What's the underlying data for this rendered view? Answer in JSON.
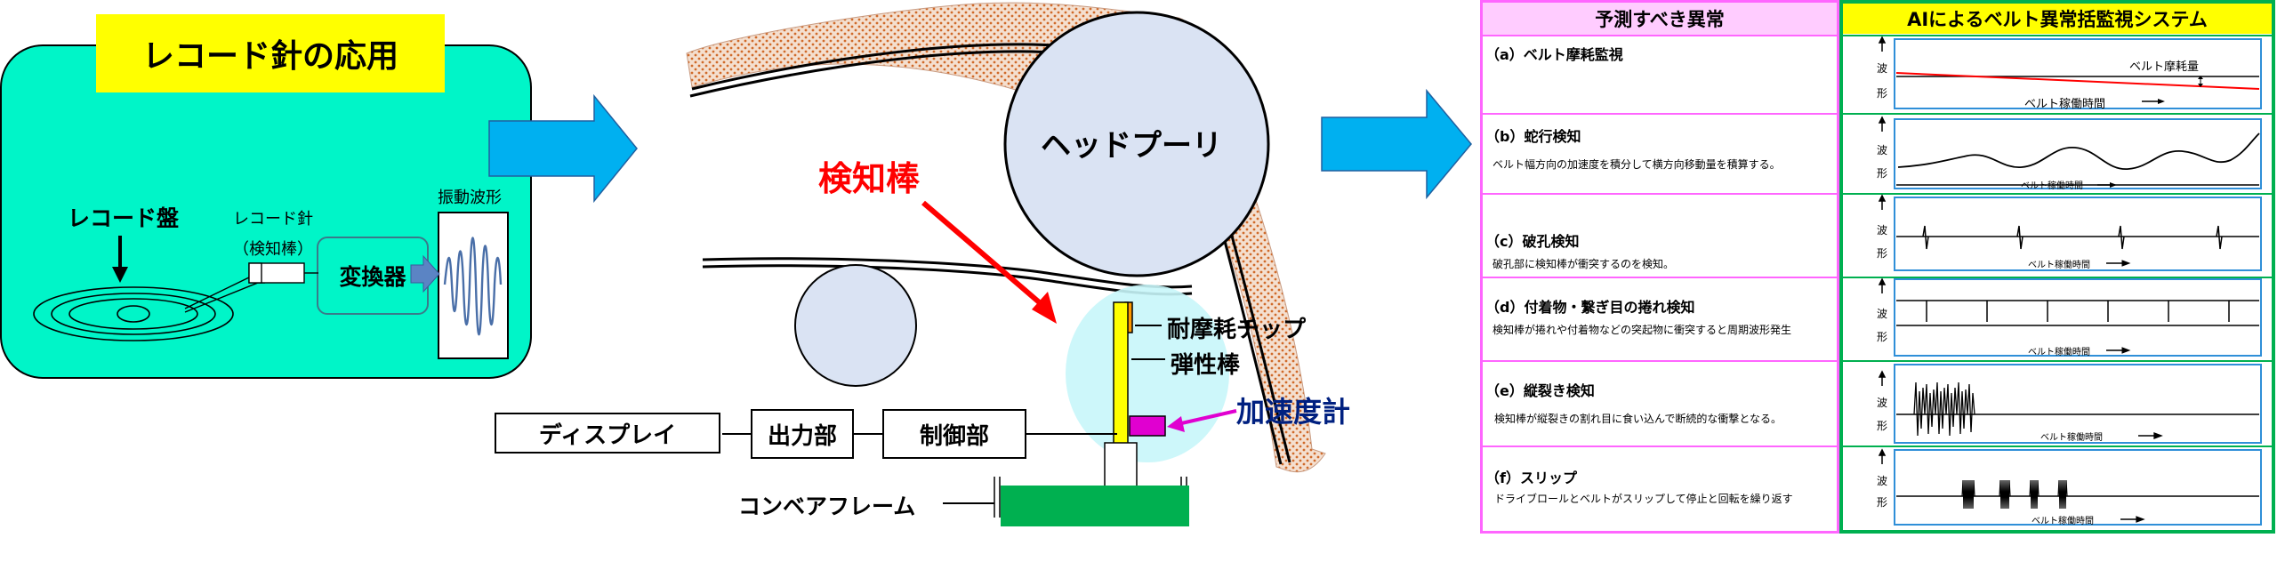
{
  "record_panel": {
    "title": "レコード針の応用",
    "disc_label": "レコード盤",
    "needle_label_1": "レコード針",
    "needle_label_2": "（検知棒）",
    "converter_label": "変換器",
    "waveform_label": "振動波形"
  },
  "belt_diagram": {
    "pulley_label": "ヘッドプーリ",
    "rod_label": "検知棒",
    "tip_label": "耐摩耗チップ",
    "elastic_label": "弾性棒",
    "accel_label": "加速度計",
    "display_label": "ディスプレイ",
    "output_label": "出力部",
    "control_label": "制御部",
    "frame_label": "コンベアフレーム"
  },
  "anomaly_table": {
    "left_header": "予測すべき異常",
    "right_header": "AIによるベルト異常括監視システム",
    "wave_char_1": "波",
    "wave_char_2": "形",
    "rows": [
      {
        "title": "（a）ベルト摩耗監視",
        "desc": "",
        "time_label": "ベルト稼働時間",
        "extra_label": "ベルト摩耗量"
      },
      {
        "title": "（b）蛇行検知",
        "desc": "ベルト幅方向の加速度を積分して横方向移動量を積算する。",
        "time_label": "ベルト稼働時間"
      },
      {
        "title": "（c）破孔検知",
        "desc": "破孔部に検知棒が衝突するのを検知。",
        "time_label": "ベルト稼働時間"
      },
      {
        "title": "（d）付着物・繋ぎ目の捲れ検知",
        "desc": "検知棒が捲れや付着物などの突起物に衝突すると周期波形発生",
        "time_label": "ベルト稼働時間"
      },
      {
        "title": "（e）縦裂き検知",
        "desc": "検知棒が縦裂きの割れ目に食い込んで断続的な衝撃となる。",
        "time_label": "ベルト稼働時間"
      },
      {
        "title": "（f）スリップ",
        "desc": "ドライブロールとベルトがスリップして停止と回転を繰り返す",
        "time_label": "ベルト稼働時間"
      }
    ]
  },
  "colors": {
    "record_bg": "#00f5c8",
    "title_bg": "#ffff00",
    "arrow_blue": "#00b0f0",
    "pulley_fill": "#dae3f3",
    "rod_yellow": "#ffff00",
    "accel_magenta": "#e000d0",
    "frame_green": "#00b050",
    "table_pink": "#ff66ff",
    "header_pink": "#ffccff",
    "table_green": "#00b050",
    "header_yellow": "#ffff00",
    "red": "#ff0000",
    "navy": "#002080"
  }
}
